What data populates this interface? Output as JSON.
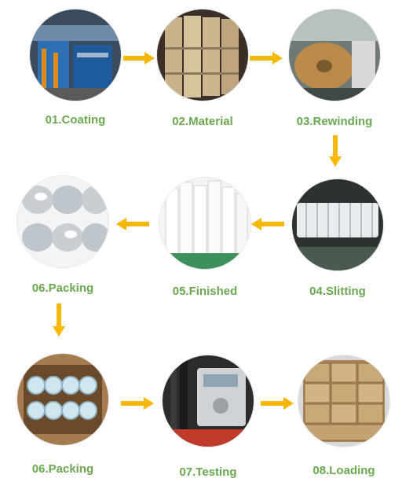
{
  "steps": [
    {
      "label": "01.Coating",
      "icon": "coating-machine-photo"
    },
    {
      "label": "02.Material",
      "icon": "material-rolls-photo"
    },
    {
      "label": "03.Rewinding",
      "icon": "rewinding-machine-photo"
    },
    {
      "label": "04.Slitting",
      "icon": "slitting-rolls-photo"
    },
    {
      "label": "05.Finished",
      "icon": "finished-rolls-photo"
    },
    {
      "label": "06.Packing",
      "icon": "packing-bags-photo"
    },
    {
      "label": "06.Packing",
      "icon": "packing-box-photo"
    },
    {
      "label": "07.Testing",
      "icon": "testing-machine-photo"
    },
    {
      "label": "08.Loading",
      "icon": "loading-cartons-photo"
    }
  ],
  "colors": {
    "label": "#6aa84f",
    "arrow": "#f5b700"
  }
}
